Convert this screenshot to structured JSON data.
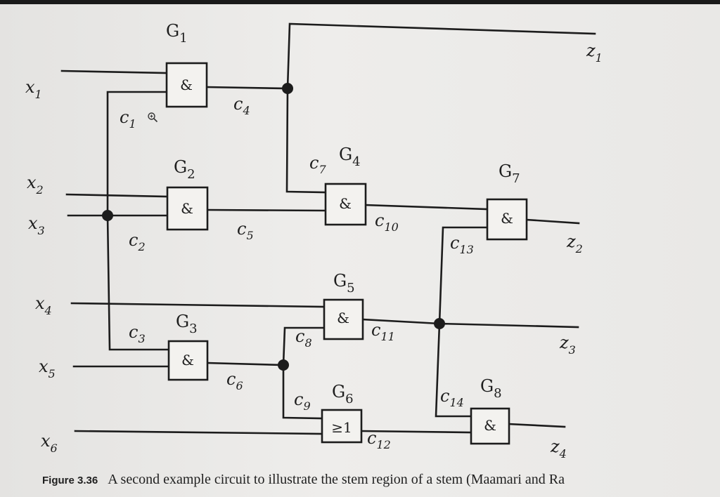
{
  "gates": [
    {
      "id": "G1",
      "name": "G",
      "sub": "1",
      "symbol": "&"
    },
    {
      "id": "G2",
      "name": "G",
      "sub": "2",
      "symbol": "&"
    },
    {
      "id": "G3",
      "name": "G",
      "sub": "3",
      "symbol": "&"
    },
    {
      "id": "G4",
      "name": "G",
      "sub": "4",
      "symbol": "&"
    },
    {
      "id": "G5",
      "name": "G",
      "sub": "5",
      "symbol": "&"
    },
    {
      "id": "G6",
      "name": "G",
      "sub": "6",
      "symbol": "≥1"
    },
    {
      "id": "G7",
      "name": "G",
      "sub": "7",
      "symbol": "&"
    },
    {
      "id": "G8",
      "name": "G",
      "sub": "8",
      "symbol": "&"
    }
  ],
  "inputs": [
    {
      "name": "x",
      "sub": "1"
    },
    {
      "name": "x",
      "sub": "2"
    },
    {
      "name": "x",
      "sub": "3"
    },
    {
      "name": "x",
      "sub": "4"
    },
    {
      "name": "x",
      "sub": "5"
    },
    {
      "name": "x",
      "sub": "6"
    }
  ],
  "outputs": [
    {
      "name": "z",
      "sub": "1"
    },
    {
      "name": "z",
      "sub": "2"
    },
    {
      "name": "z",
      "sub": "3"
    },
    {
      "name": "z",
      "sub": "4"
    }
  ],
  "connections": [
    {
      "name": "c",
      "sub": "1"
    },
    {
      "name": "c",
      "sub": "2"
    },
    {
      "name": "c",
      "sub": "3"
    },
    {
      "name": "c",
      "sub": "4"
    },
    {
      "name": "c",
      "sub": "5"
    },
    {
      "name": "c",
      "sub": "6"
    },
    {
      "name": "c",
      "sub": "7"
    },
    {
      "name": "c",
      "sub": "8"
    },
    {
      "name": "c",
      "sub": "9"
    },
    {
      "name": "c",
      "sub": "10"
    },
    {
      "name": "c",
      "sub": "11"
    },
    {
      "name": "c",
      "sub": "12"
    },
    {
      "name": "c",
      "sub": "13"
    },
    {
      "name": "c",
      "sub": "14"
    }
  ],
  "caption": {
    "label": "Figure 3.36",
    "text": "A second example circuit to illustrate the stem region of a stem (Maamari and Ra"
  },
  "cursor_icon": "zoom-in-icon"
}
